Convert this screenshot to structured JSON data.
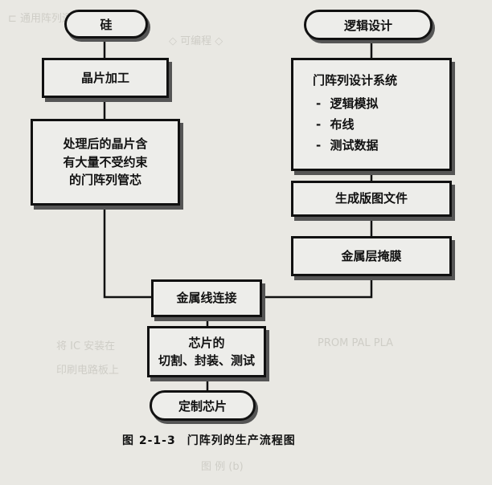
{
  "left": {
    "start": "硅",
    "step1": "晶片加工",
    "step2": [
      "处理后的晶片含",
      "有大量不受约束",
      "的门阵列管芯"
    ]
  },
  "right": {
    "start": "逻辑设计",
    "system": {
      "title": "门阵列设计系统",
      "items": [
        "逻辑模拟",
        "布线",
        "测试数据"
      ]
    },
    "step2": "生成版图文件",
    "step3": "金属层掩膜"
  },
  "merge": {
    "step1": "金属线连接",
    "step2": [
      "芯片的",
      "切割、封装、测试"
    ],
    "end": "定制芯片"
  },
  "caption": {
    "number": "图 2-1-3",
    "title": "门阵列的生产流程图"
  },
  "colors": {
    "line": "#111111",
    "box_fill": "#ededea",
    "paper": "#e9e8e3"
  }
}
